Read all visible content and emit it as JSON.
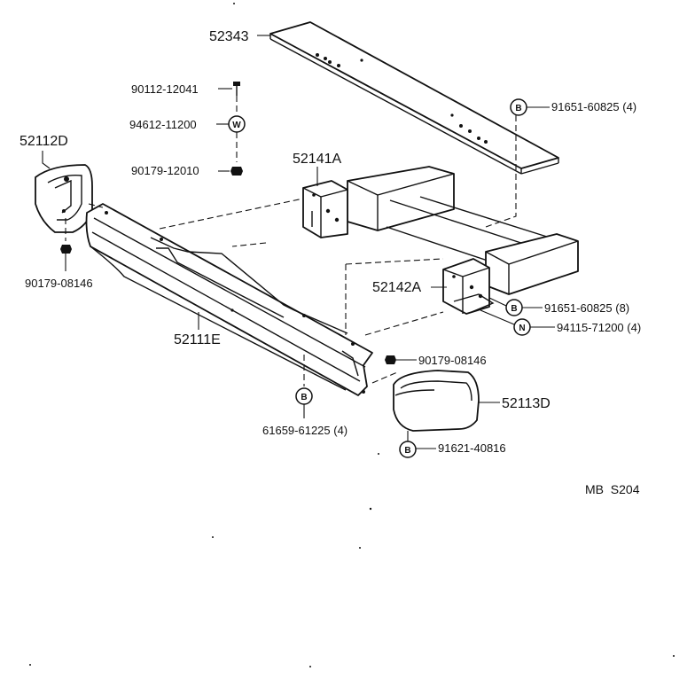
{
  "diagram": {
    "reference_code": "MB  S204",
    "parts": {
      "plate": "52343",
      "bolt": "90112-12041",
      "washer": "94612-11200",
      "nut_upper": "90179-12010",
      "end_cap_left": "52112D",
      "nut_left": "90179-08146",
      "bracket_upper": "52141A",
      "bracket_lower": "52142A",
      "bumper_bar": "52111E",
      "bolt_plate": "91651-60825 (4)",
      "bolt_bracket": "91651-60825 (8)",
      "nut_bracket": "94115-71200 (4)",
      "nut_right": "90179-08146",
      "bolt_bar": "61659-61225 (4)",
      "end_cap_right": "52113D",
      "bolt_cap_right": "91621-40816"
    },
    "symbols": {
      "bolt": "B",
      "washer": "W",
      "nut": "N"
    }
  }
}
